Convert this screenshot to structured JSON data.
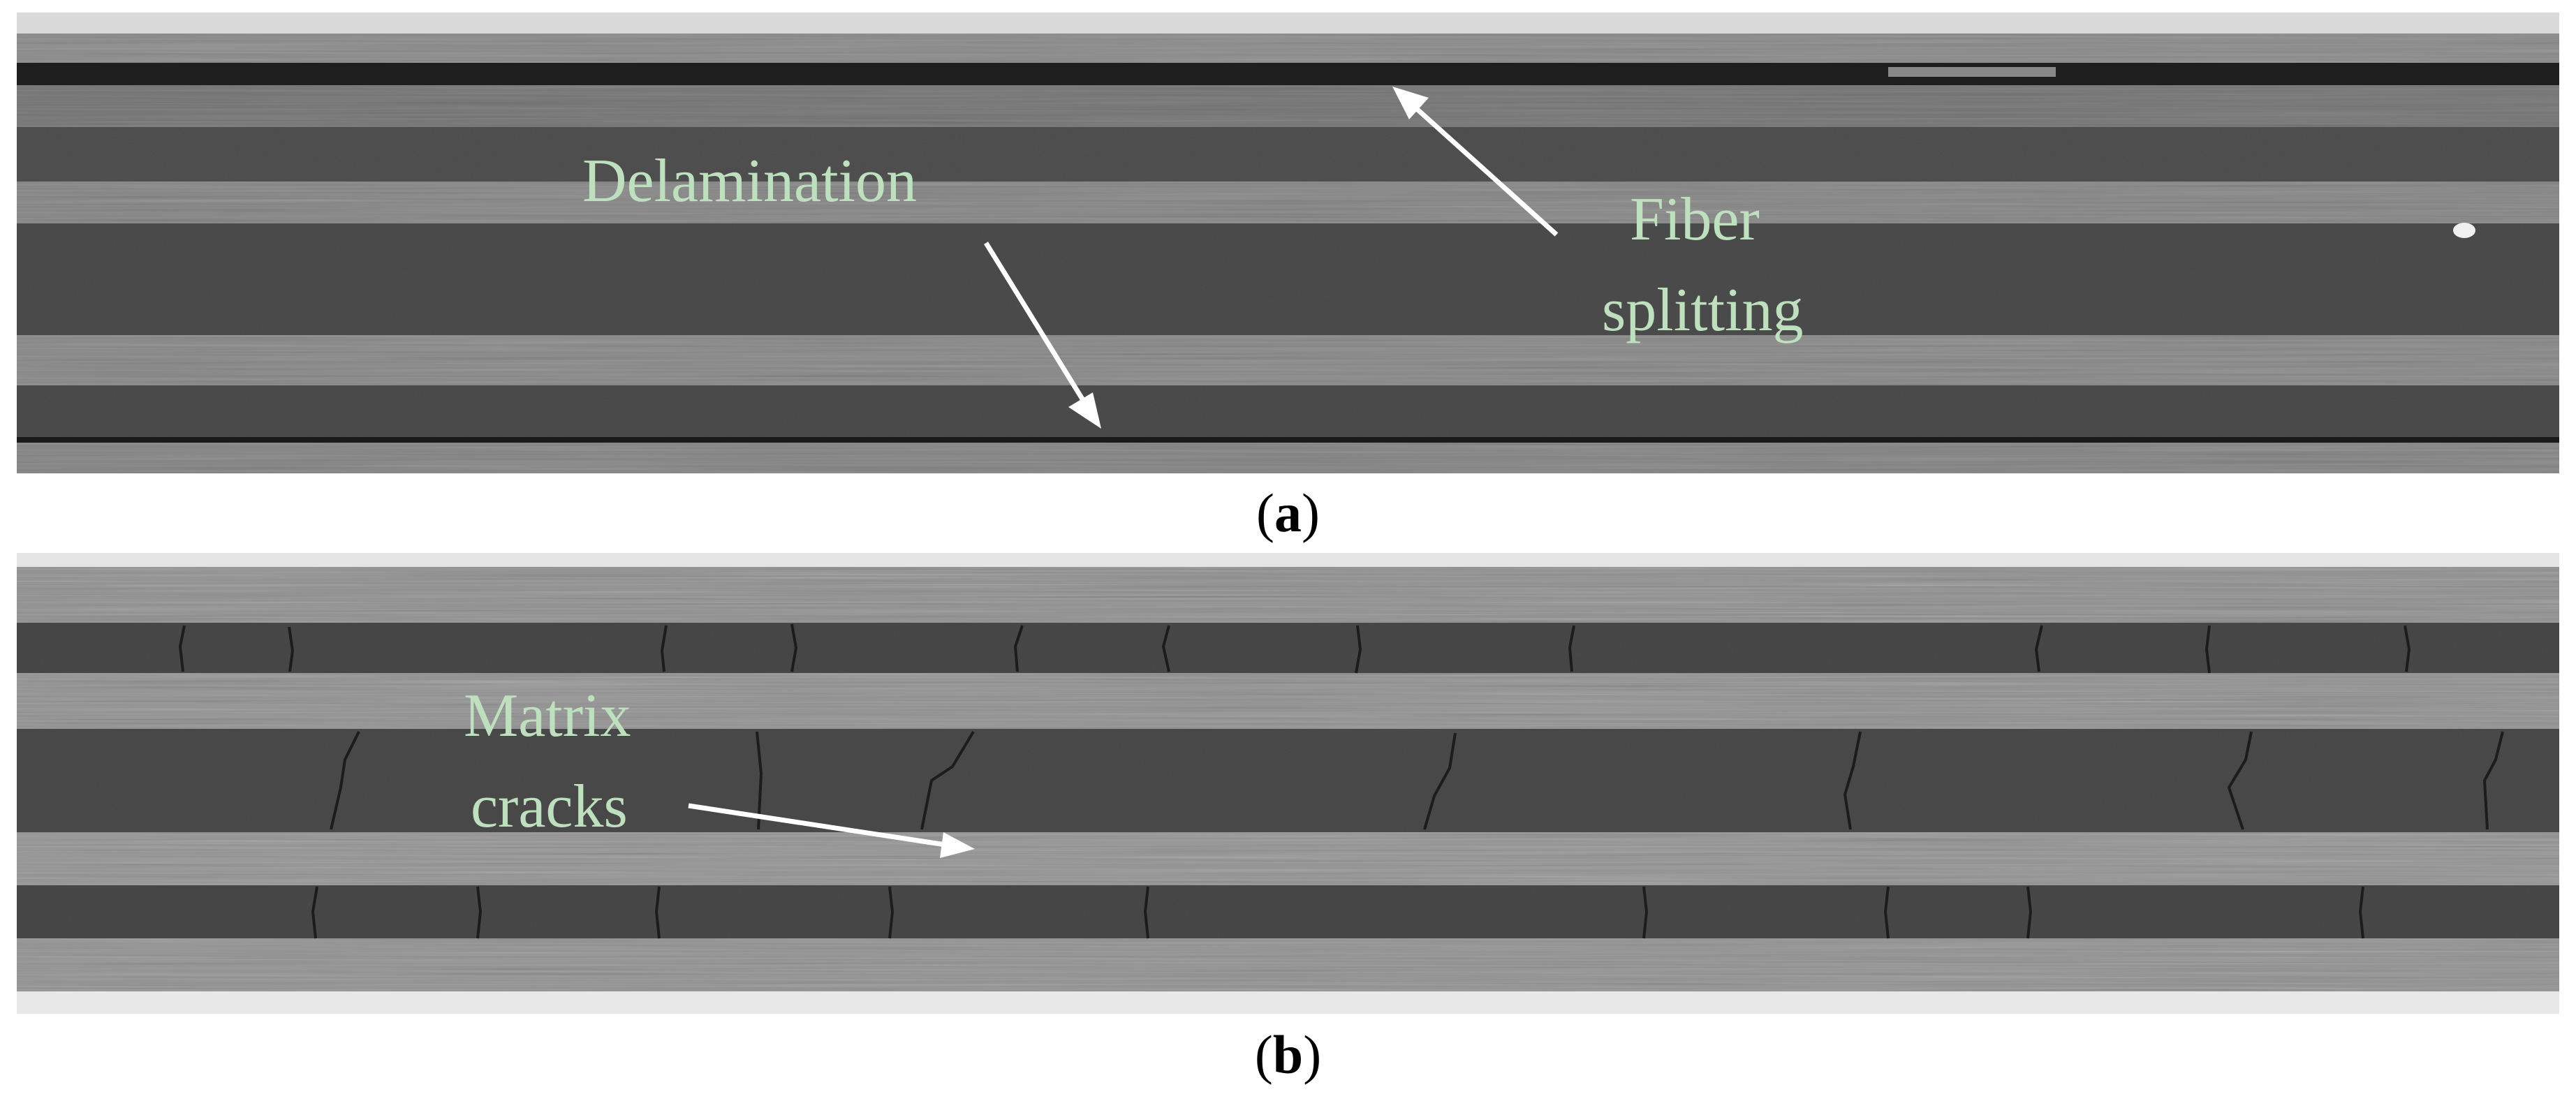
{
  "panels": [
    {
      "id": "a",
      "caption_letter": "a",
      "annotations": [
        {
          "key": "delamination",
          "text": "Delamination"
        },
        {
          "key": "fiber_splitting_1",
          "text": "Fiber"
        },
        {
          "key": "fiber_splitting_2",
          "text": "splitting"
        }
      ]
    },
    {
      "id": "b",
      "caption_letter": "b",
      "annotations": [
        {
          "key": "matrix_cracks_1",
          "text": "Matrix"
        },
        {
          "key": "matrix_cracks_2",
          "text": "cracks"
        }
      ]
    }
  ],
  "colors": {
    "label_text": "#bfe0bf",
    "arrow": "#ffffff",
    "dark_ply": "#4b4b4b",
    "light_ply": "#8a8a8a"
  }
}
